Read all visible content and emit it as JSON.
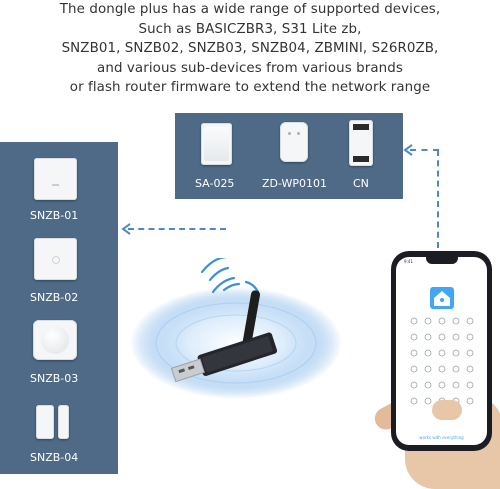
{
  "headline": {
    "lines": [
      "The dongle plus has a wide range of supported devices,",
      "Such as BASICZBR3, S31 Lite zb,",
      "SNZB01, SNZB02, SNZB03, SNZB04, ZBMINI, S26R0ZB,",
      "and various sub-devices from various brands",
      "or flash router firmware to extend the network range"
    ]
  },
  "router_devices": [
    {
      "label": "SA-025"
    },
    {
      "label": "ZD-WP0101"
    },
    {
      "label": "CN"
    }
  ],
  "sensor_devices": [
    {
      "label": "SNZB-01"
    },
    {
      "label": "SNZB-02"
    },
    {
      "label": "SNZB-03"
    },
    {
      "label": "SNZB-04"
    }
  ],
  "phone": {
    "status_time": "9:41",
    "footer_text": "works with everything"
  },
  "colors": {
    "panel": "#4e6a86",
    "arrow": "#4f89c2",
    "glow": "#3f8fd8",
    "app_accent": "#41a7f5"
  }
}
